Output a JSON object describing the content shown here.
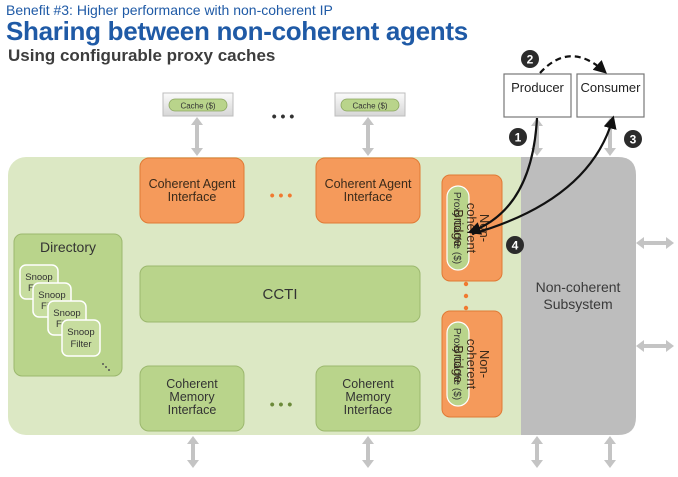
{
  "header": {
    "benefit": "Benefit #3: Higher performance with non-coherent IP",
    "title": "Sharing between non-coherent agents",
    "subtitle": "Using configurable proxy caches"
  },
  "colors": {
    "green_bg": "#dce8c4",
    "green_box": "#b9d48b",
    "orange": "#f59a5b",
    "gray": "#bdbdbd",
    "arrow_gray": "#c4c4c4",
    "title_blue": "#1f5aa6"
  },
  "diagram": {
    "top_caches": [
      "Cache ($)",
      "Cache ($)"
    ],
    "ellipsis": "• • •",
    "coherent_agent_1": [
      "Coherent Agent",
      "Interface"
    ],
    "coherent_agent_2": [
      "Coherent Agent",
      "Interface"
    ],
    "directory": "Directory",
    "snoop_filters": [
      [
        "Snoop",
        "Fi"
      ],
      [
        "Snoop",
        "Fi"
      ],
      [
        "Snoop",
        "Fi"
      ],
      [
        "Snoop",
        "Filter"
      ]
    ],
    "ccti": "CCTI",
    "coherent_memory_1": [
      "Coherent",
      "Memory",
      "Interface"
    ],
    "coherent_memory_2": [
      "Coherent",
      "Memory",
      "Interface"
    ],
    "bridge_1": [
      "Non-",
      "coherent",
      "Bridge"
    ],
    "bridge_2": [
      "Non-",
      "coherent",
      "Bridge"
    ],
    "proxy_cache": "Proxy Cache ($)",
    "subsystem": [
      "Non-coherent",
      "Subsystem"
    ],
    "producer": "Producer",
    "consumer": "Consumer",
    "steps": [
      "1",
      "2",
      "3",
      "4"
    ]
  }
}
